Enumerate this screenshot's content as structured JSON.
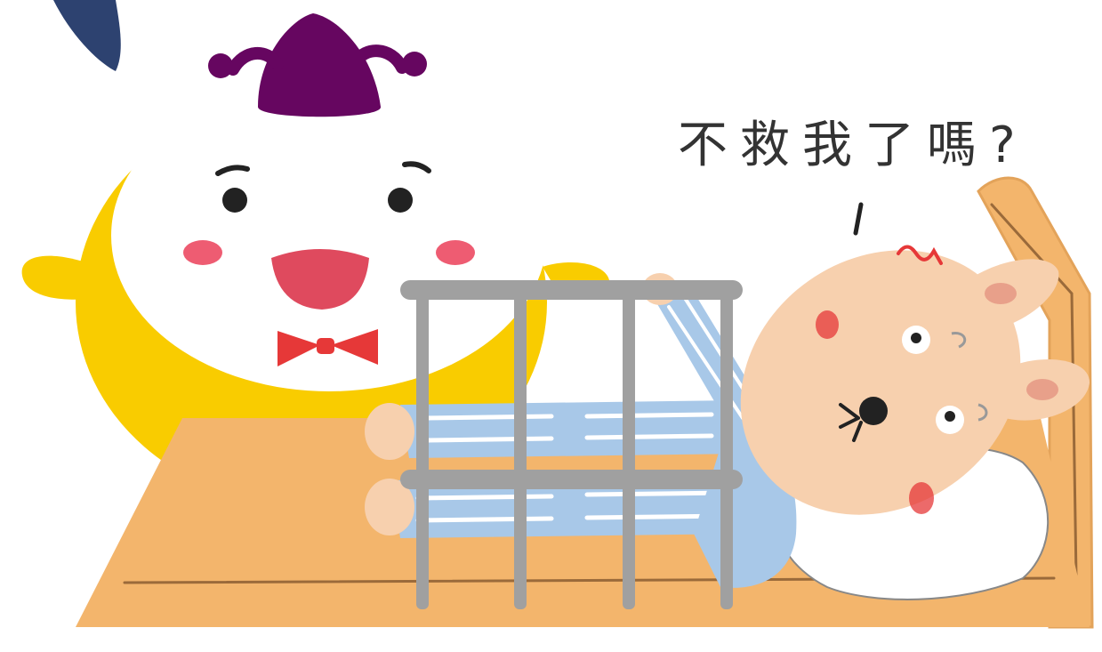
{
  "speech_bubble": {
    "text": "不救我了嗎?"
  },
  "characters": [
    {
      "name": "yellow-egg-character",
      "icon": "yellow-egg-character-icon"
    },
    {
      "name": "bunny-patient",
      "icon": "bunny-icon"
    }
  ],
  "colors": {
    "yellow_body": "#F9CC00",
    "hat_purple": "#660660",
    "bow_red": "#E63838",
    "mouth_red": "#DF4A5E",
    "cheek_pink": "#EE5C72",
    "bed_orange": "#F3B56C",
    "bed_rail_grey": "#A0A0A0",
    "pajama_blue": "#A8C8E8",
    "bunny_skin": "#F7D0AE",
    "pillow_white": "#FFFFFF",
    "navy_corner": "#2D4270"
  }
}
